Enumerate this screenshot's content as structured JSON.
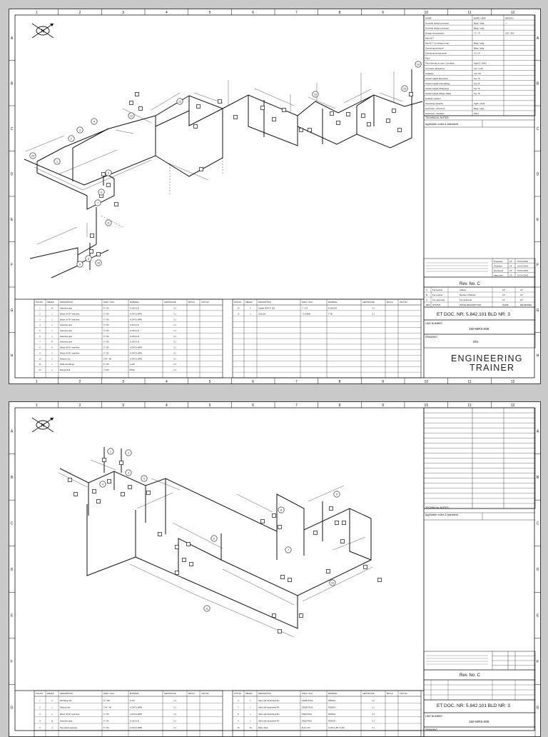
{
  "sheets": [
    {
      "north_label": "N",
      "rev_label": "Rev. No. C",
      "doc_title": "ET DOC. NR: 5.842.101 BLD NR: 3",
      "line_number_label": "LINE NUMBER",
      "line_number": "150-WRS-806",
      "drawing_label": "DRAWING",
      "drawing_no": "001",
      "brand_line1": "ENGINEERING",
      "brand_line2": "TRAINER",
      "technical_notes_label": "TECHNICAL NOTES",
      "applicable_codes": "Applicable codes & standards",
      "tech_rows": [
        [
          "NAME",
          "BARE / BAR",
          "DESIGN"
        ],
        [
          "Nominal design pressure",
          "Barg / psig",
          "—"
        ],
        [
          "Nominal design pressure",
          "Barg / psig",
          ""
        ],
        [
          "Design temperature",
          "°C / °F",
          "150 / 302"
        ],
        [
          "Max W.T.",
          "",
          ""
        ],
        [
          "Min W.T. for design temp",
          "Barg / psig",
          ""
        ],
        [
          "Operating pressure",
          "Barg / psig",
          ""
        ],
        [
          "Operating temperature",
          "°C / °F",
          ""
        ],
        [
          "Fluid",
          "",
          ""
        ],
        [
          "Fluid density at oper. Condition",
          "Kg/m3 / lb/ft3",
          ""
        ],
        [
          "Corrosion allowance",
          "mm / inch",
          ""
        ],
        [
          "Capacity",
          "m3 / ft3",
          ""
        ],
        [
          "Vessel weight (Erection)",
          "Kg / lb",
          ""
        ],
        [
          "Vessel weight (Operating)",
          "Kg / lb",
          ""
        ],
        [
          "Vessel weight (Shipping)",
          "Kg / lb",
          ""
        ],
        [
          "Vessel weight (Water filled)",
          "Kg / lb",
          ""
        ],
        [
          "Heating medium",
          "",
          ""
        ],
        [
          "Operating capacity",
          "Kg/hr / lb/hr",
          ""
        ],
        [
          "Hydrotest - Pressure",
          "Barg / psig",
          ""
        ],
        [
          "Hydrotest - Duration",
          "(Min)",
          ""
        ]
      ],
      "approvals": [
        [
          "Prepared",
          "LP",
          "15.04.2019"
        ],
        [
          "Checked",
          "LP",
          "15.04.2019"
        ],
        [
          "Reviewed",
          "LP",
          "15.04.2019"
        ],
        [
          "Approved",
          "LP",
          "15.04.2019"
        ]
      ],
      "revisions": [
        [
          "C",
          "For review",
          "Added",
          "LP",
          "LP"
        ],
        [
          "B",
          "For review",
          "Revision Marked",
          "LP",
          "LP"
        ],
        [
          "A",
          "For approval",
          "For Approval",
          "LP",
          "LP"
        ],
        [
          "REV",
          "STATUS",
          "ISSUE DESCRIPTION",
          "NAME",
          "REVIEWED"
        ]
      ],
      "bom_headers": [
        "POS NO.",
        "PIECES",
        "DESCRIPTION",
        "DIAM. / SCH",
        "MATERIAL",
        "CERTIFICATE",
        "BATCH",
        "UNIT NO."
      ],
      "bom_left": [
        [
          "1",
          "24",
          "Seamless pipe",
          "6\" / 80",
          "A 106 Gr.B",
          "3.1",
          "",
          ""
        ],
        [
          "2",
          "1",
          "Elbow LR 90° seamless",
          "6\" / 80",
          "A 234 Gr.WPB",
          "3.1",
          "",
          ""
        ],
        [
          "3",
          "1",
          "Elbow LR 90° seamless",
          "6\" / 80",
          "A 234 Gr.WPB",
          "3.1",
          "",
          ""
        ],
        [
          "4",
          "1",
          "Seamless pipe",
          "6\" / 80",
          "A 106 Gr.B",
          "3.1",
          "",
          ""
        ],
        [
          "5",
          "1",
          "Seamless pipe",
          "6\" / 80",
          "A 106 Gr.B",
          "3.1",
          "",
          ""
        ],
        [
          "6",
          "1",
          "Seamless pipe",
          "6\" / 80",
          "A 106 Gr.B",
          "3.1",
          "",
          ""
        ],
        [
          "7",
          "27",
          "Seamless pipe",
          "6\" / 80",
          "A 106 Gr.B",
          "3.1",
          "",
          ""
        ],
        [
          "8",
          "6",
          "Elbow LR 90° seamless",
          "6\" / 80",
          "A 234 Gr.WPB",
          "3.1",
          "",
          ""
        ],
        [
          "9",
          "2",
          "Elbow LR 90° seamless",
          "6\" / 80",
          "A 234 Gr.WPB",
          "3.1",
          "",
          ""
        ],
        [
          "10",
          "2",
          "Reducer ecc",
          "6\"x4\" / 80",
          "A 234 Gr.WPB",
          "3.1",
          "",
          ""
        ],
        [
          "11",
          "1",
          "Weld neck flange",
          "6\" / 80",
          "A 105",
          "3.1",
          "",
          ""
        ],
        [
          "12",
          "1",
          "Flange blind",
          "7\" 150",
          "PN16",
          "3.1",
          "",
          ""
        ]
      ],
      "bom_right": [
        [
          "13",
          "4",
          "Gasket SPW 4\" 150",
          "7\" / 4.5",
          "B 166-625",
          "3.1",
          "",
          ""
        ],
        [
          "14",
          "2",
          "Stud bolt",
          "7 1/2 BMS",
          "4\" 80",
          "3.1",
          "",
          ""
        ]
      ]
    },
    {
      "north_label": "N",
      "rev_label": "Rev. No. C",
      "doc_title": "ET DOC. NR: 5.842.101 BLD NR: 3",
      "line_number_label": "LINE NUMBER",
      "line_number": "150-WRS-806",
      "drawing_label": "DRAWING",
      "technical_notes_label": "TECHNICAL NOTES",
      "applicable_codes": "Applicable codes & standards",
      "bom_headers": [
        "POS NO.",
        "PIECES",
        "DESCRIPTION",
        "DIAM. / SCH",
        "MATERIAL",
        "CERTIFICATE",
        "BATCH",
        "UNIT NO."
      ],
      "bom_left": [
        [
          "1",
          "2",
          "WN flange RF",
          "6\" / 150",
          "A 105",
          "3.1",
          "",
          ""
        ],
        [
          "2",
          "1",
          "Reduced tee",
          "6\"x4\" / 80",
          "A 234 Gr.WPB",
          "3.1",
          "",
          ""
        ],
        [
          "3",
          "2",
          "Elbow LR 90° seamless",
          "6\" / 80",
          "A 234 Gr.WPB",
          "3.1",
          "",
          ""
        ],
        [
          "4",
          "11",
          "Seamless pipe",
          "6\" / 80",
          "A 106 Gr.B",
          "3.1",
          "",
          ""
        ],
        [
          "5",
          "4",
          "Pipe elbow seamless",
          "6\" / 80",
          "A 234 Gr.WPB",
          "3.1",
          "",
          ""
        ]
      ],
      "bom_right": [
        [
          "6",
          "1",
          "Valve with handwheel RH",
          "DN150 PN16",
          "P250GH",
          "3.1",
          "",
          ""
        ],
        [
          "7",
          "1",
          "Valve with handwheel RH",
          "DN150 PN16",
          "P250GH",
          "3.1",
          "",
          ""
        ],
        [
          "8",
          "1",
          "Valve with handwheel RH",
          "DN25 PN16",
          "P250GH",
          "3.1",
          "",
          ""
        ],
        [
          "9",
          "1",
          "Valve with handwheel RH",
          "DN25 PN16",
          "P250GH",
          "3.1",
          "",
          ""
        ],
        [
          "10",
          "16",
          "Bolts / Nuts",
          "M 16 x 80",
          "A 193 Gr.B7 / A 194",
          "3.1",
          "",
          ""
        ]
      ]
    }
  ],
  "grid_columns": [
    "1",
    "2",
    "3",
    "4",
    "5",
    "6",
    "7",
    "8",
    "9",
    "10",
    "11",
    "12"
  ],
  "grid_rows": [
    "A",
    "B",
    "C",
    "D",
    "E",
    "F",
    "G",
    "H"
  ],
  "callouts_sheet1": [
    "1",
    "2",
    "3",
    "4",
    "5",
    "6",
    "7",
    "8",
    "9",
    "10",
    "11",
    "12",
    "13",
    "14",
    "15",
    "16",
    "24"
  ],
  "callouts_sheet2": [
    "1",
    "2",
    "3",
    "4",
    "5",
    "6",
    "7",
    "8",
    "9",
    "10",
    "11"
  ]
}
